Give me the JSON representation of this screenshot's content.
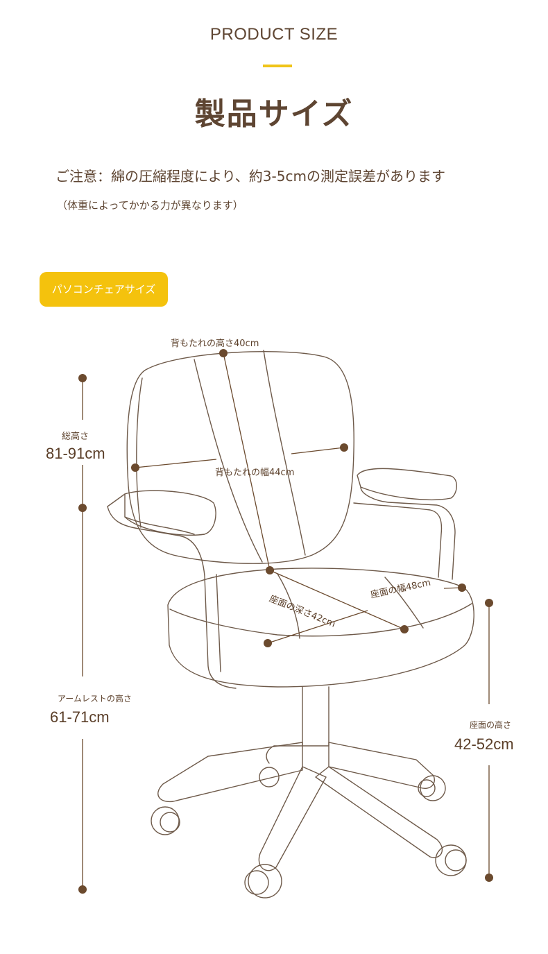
{
  "header": {
    "eyebrow": "PRODUCT SIZE",
    "title": "製品サイズ",
    "note": "ご注意：綿の圧縮程度により、約3-5cmの測定誤差があります",
    "subnote": "（体重によってかかる力が異なります）"
  },
  "badge": {
    "label": "パソコンチェアサイズ"
  },
  "dimensions": {
    "total_height": {
      "label": "総高さ",
      "value": "81-91cm"
    },
    "armrest_height": {
      "label": "アームレストの高さ",
      "value": "61-71cm"
    },
    "seat_height": {
      "label": "座面の高さ",
      "value": "42-52cm"
    },
    "backrest_height": {
      "label": "背もたれの高さ40cm"
    },
    "backrest_width": {
      "label": "背もたれの幅44cm"
    },
    "seat_depth": {
      "label": "座面の深さ42cm"
    },
    "seat_width": {
      "label": "座面の幅48cm"
    }
  },
  "colors": {
    "accent": "#f0c419",
    "badge": "#f4c20d",
    "text": "#5e4532",
    "dimension": "#6b4a2e"
  }
}
